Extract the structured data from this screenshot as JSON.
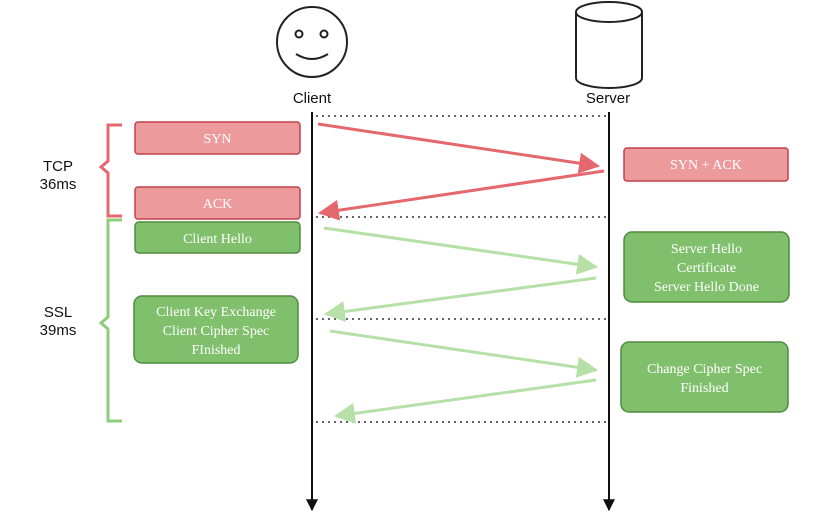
{
  "actors": {
    "client": {
      "label": "Client",
      "icon": "smiley-face-icon"
    },
    "server": {
      "label": "Server",
      "icon": "database-cylinder-icon"
    }
  },
  "phases": {
    "tcp": {
      "name": "TCP",
      "duration": "36ms"
    },
    "ssl": {
      "name": "SSL",
      "duration": "39ms"
    }
  },
  "messages": {
    "syn": {
      "lines": [
        "SYN"
      ]
    },
    "syn_ack": {
      "lines": [
        "SYN + ACK"
      ]
    },
    "ack": {
      "lines": [
        "ACK"
      ]
    },
    "client_hello": {
      "lines": [
        "Client Hello"
      ]
    },
    "server_hello": {
      "lines": [
        "Server Hello",
        "Certificate",
        "Server Hello Done"
      ]
    },
    "client_key_exchange": {
      "lines": [
        "Client Key Exchange",
        "Client Cipher Spec",
        "FInished"
      ]
    },
    "change_cipher_spec": {
      "lines": [
        "Change Cipher Spec",
        "Finished"
      ]
    }
  },
  "colors": {
    "tcp_fill": "#ec9a9c",
    "tcp_border": "#c0424a",
    "tcp_arrow": "#e5686f",
    "ssl_fill": "#80c06c",
    "ssl_border": "#4f8c3f",
    "ssl_arrow": "#b7e0a8",
    "bracket_tcp": "#e5686f",
    "bracket_ssl": "#8fcc7c",
    "lifeline": "#111111"
  }
}
